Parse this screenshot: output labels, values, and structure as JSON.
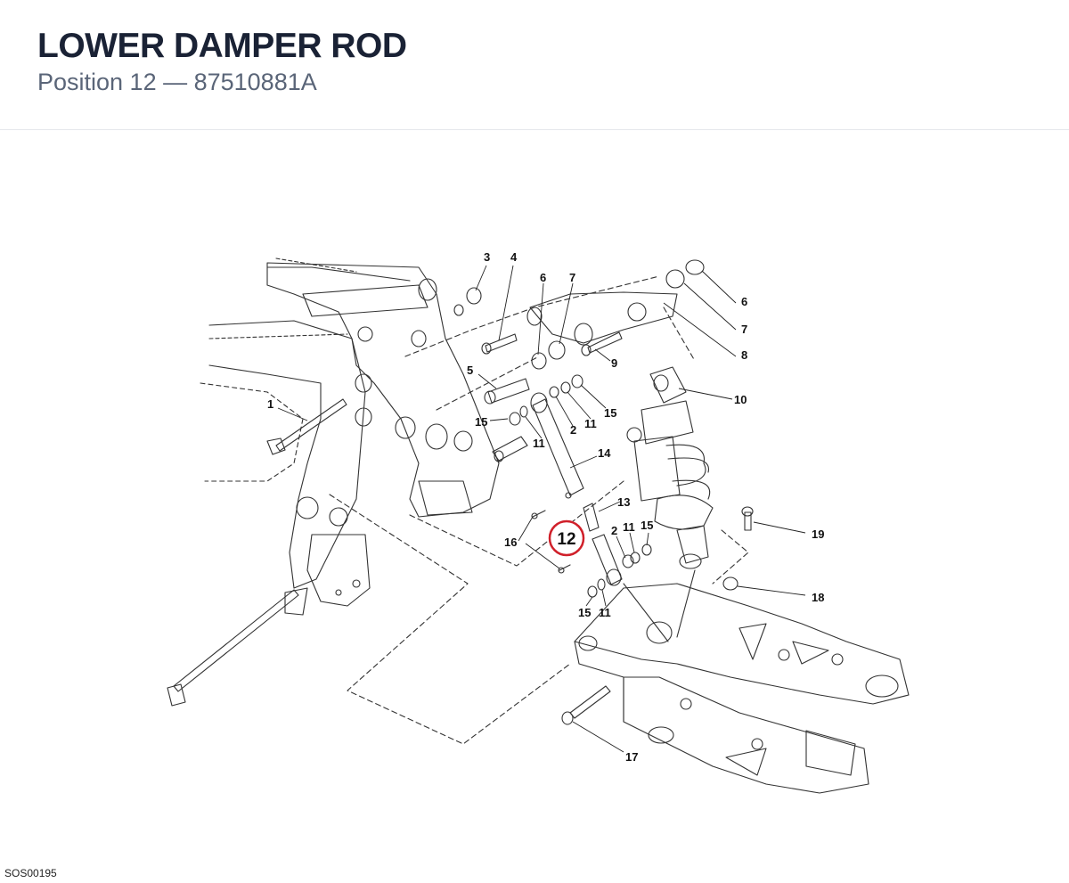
{
  "header": {
    "title": "LOWER DAMPER ROD",
    "subtitle": "Position 12 — 87510881A"
  },
  "diagram": {
    "highlight_color": "#d0202a",
    "highlighted_position": "12",
    "callouts": [
      "1",
      "2",
      "2",
      "3",
      "4",
      "5",
      "6",
      "6",
      "7",
      "7",
      "8",
      "9",
      "10",
      "11",
      "11",
      "11",
      "11",
      "12",
      "13",
      "14",
      "15",
      "15",
      "15",
      "15",
      "16",
      "17",
      "18",
      "19"
    ]
  },
  "footer": {
    "code": "SOS00195"
  }
}
